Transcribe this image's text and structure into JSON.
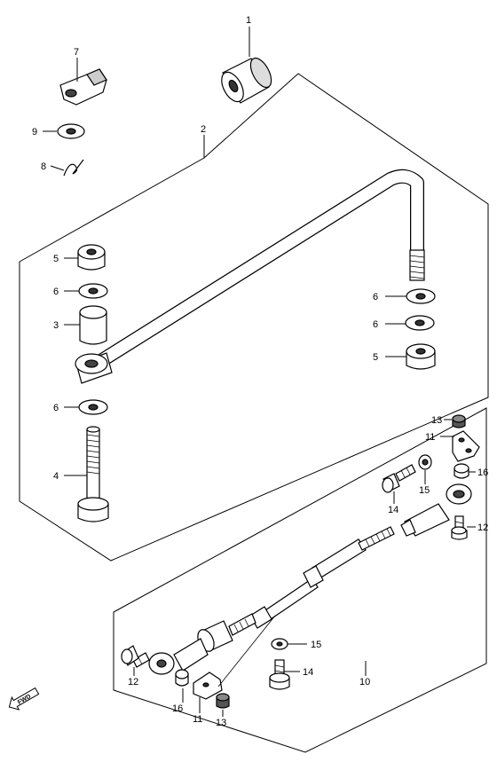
{
  "callouts": {
    "c1": "1",
    "c2": "2",
    "c3": "3",
    "c4": "4",
    "c5a": "5",
    "c5b": "5",
    "c6a": "6",
    "c6b": "6",
    "c6c": "6",
    "c6d": "6",
    "c7": "7",
    "c8": "8",
    "c9": "9",
    "c10": "10",
    "c11a": "11",
    "c11b": "11",
    "c12a": "12",
    "c12b": "12",
    "c13a": "13",
    "c13b": "13",
    "c14a": "14",
    "c14b": "14",
    "c15a": "15",
    "c15b": "15",
    "c16a": "16",
    "c16b": "16"
  },
  "direction_label": "FWD"
}
